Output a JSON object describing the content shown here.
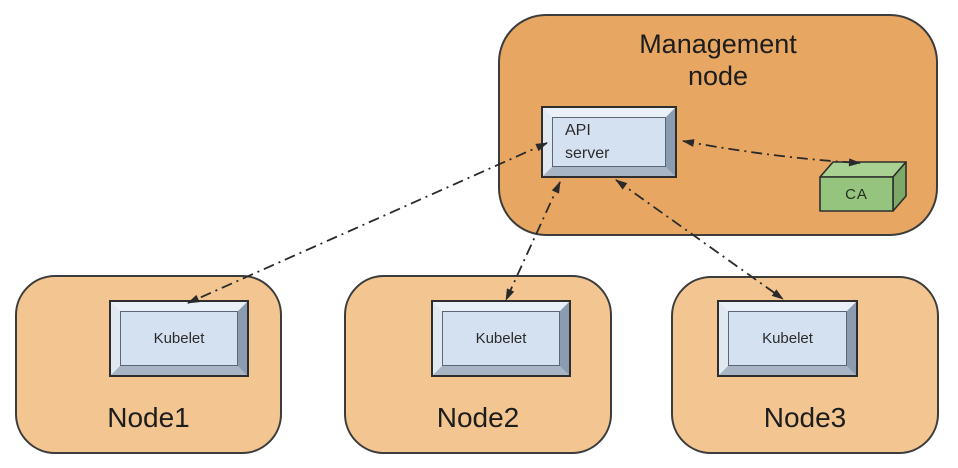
{
  "management_node": {
    "title": "Management node",
    "api_server_label": "API server",
    "ca_label": "CA"
  },
  "worker_nodes": [
    {
      "label": "Node1",
      "component_label": "Kubelet"
    },
    {
      "label": "Node2",
      "component_label": "Kubelet"
    },
    {
      "label": "Node3",
      "component_label": "Kubelet"
    }
  ],
  "connections": [
    {
      "from": "API server",
      "to": "Kubelet (Node1)",
      "bidirectional": true,
      "style": "dash-dot"
    },
    {
      "from": "API server",
      "to": "Kubelet (Node2)",
      "bidirectional": true,
      "style": "dash-dot"
    },
    {
      "from": "API server",
      "to": "Kubelet (Node3)",
      "bidirectional": true,
      "style": "dash-dot"
    },
    {
      "from": "API server",
      "to": "CA",
      "bidirectional": true,
      "style": "dash-dot"
    }
  ],
  "colors": {
    "mgmt_fill": "#E7A763",
    "node_fill": "#F2C591",
    "box_fill": "#D4E1F1",
    "box_bevel_light": "#EAF0F8",
    "box_bevel_dark": "#8C9CB0",
    "ca_front": "#94C47E",
    "ca_top": "#A8D192",
    "ca_side": "#7CA968",
    "outline": "#2E2E2E",
    "arrow": "#2A2A2A",
    "text": "#1D1D1D"
  }
}
